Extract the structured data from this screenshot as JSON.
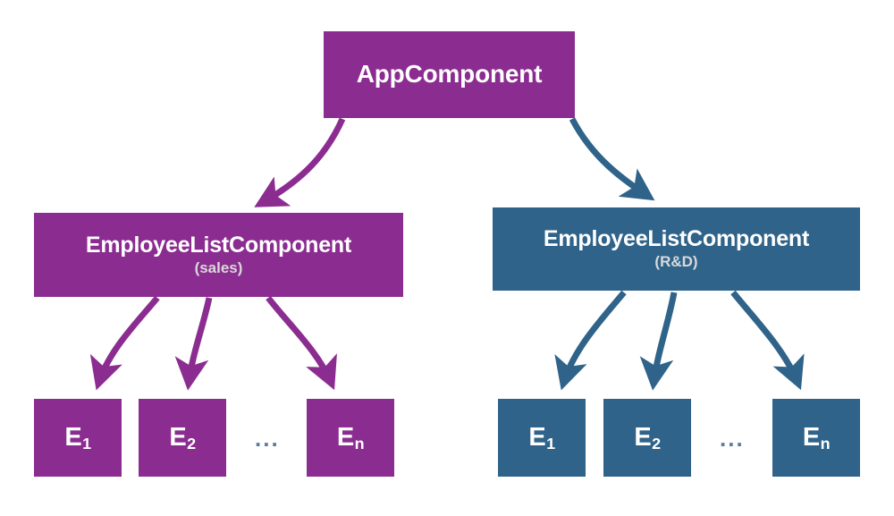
{
  "diagram": {
    "title": "Angular component tree with two EmployeeListComponent instances",
    "colors": {
      "purple": "#8b2d90",
      "blue": "#2f6389",
      "ellipsis": "#5b7c9d",
      "subtitle": "#d9d9d9",
      "background": "#ffffff",
      "node_text": "#ffffff"
    },
    "root": {
      "label": "AppComponent"
    },
    "branches": [
      {
        "id": "sales",
        "color_key": "purple",
        "label": "EmployeeListComponent",
        "sublabel": "(sales)",
        "ellipsis": "...",
        "leaves": [
          {
            "base": "E",
            "sub": "1"
          },
          {
            "base": "E",
            "sub": "2"
          },
          {
            "base": "E",
            "sub": "n"
          }
        ]
      },
      {
        "id": "rnd",
        "color_key": "blue",
        "label": "EmployeeListComponent",
        "sublabel": "(R&D)",
        "ellipsis": "...",
        "leaves": [
          {
            "base": "E",
            "sub": "1"
          },
          {
            "base": "E",
            "sub": "2"
          },
          {
            "base": "E",
            "sub": "n"
          }
        ]
      }
    ],
    "edges": [
      {
        "name": "app-to-sales",
        "color_key": "purple"
      },
      {
        "name": "app-to-rnd",
        "color_key": "blue"
      },
      {
        "name": "sales-to-e1",
        "color_key": "purple"
      },
      {
        "name": "sales-to-e2",
        "color_key": "purple"
      },
      {
        "name": "sales-to-en",
        "color_key": "purple"
      },
      {
        "name": "rnd-to-e1",
        "color_key": "blue"
      },
      {
        "name": "rnd-to-e2",
        "color_key": "blue"
      },
      {
        "name": "rnd-to-en",
        "color_key": "blue"
      }
    ]
  }
}
